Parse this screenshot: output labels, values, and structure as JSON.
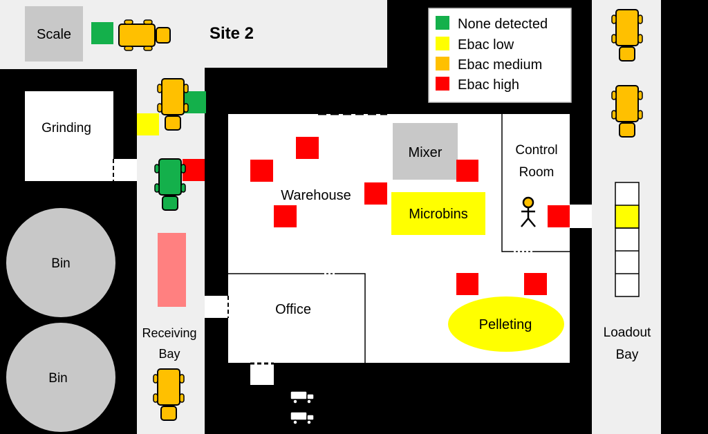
{
  "site_title": "Site 2",
  "legend": [
    {
      "label": "None detected",
      "color": "#14b04b"
    },
    {
      "label": "Ebac low",
      "color": "#ffff00"
    },
    {
      "label": "Ebac medium",
      "color": "#ffc000"
    },
    {
      "label": "Ebac high",
      "color": "#ff0000"
    }
  ],
  "areas": {
    "scale": "Scale",
    "grinding": "Grinding",
    "bin_upper": "Bin",
    "bin_lower": "Bin",
    "warehouse": "Warehouse",
    "mixer": "Mixer",
    "microbins": "Microbins",
    "control_room_line1": "Control",
    "control_room_line2": "Room",
    "office": "Office",
    "pelleting": "Pelleting",
    "receiving_line1": "Receiving",
    "receiving_line2": "Bay",
    "loadout_line1": "Loadout",
    "loadout_line2": "Bay"
  },
  "colors": {
    "wall": "#000000",
    "ground": "#efefef",
    "floor": "#ffffff",
    "equipment_gray": "#c8c8c8",
    "truck_orange": "#ffc000",
    "truck_green": "#14b04b",
    "low_yellow": "#ffff00",
    "high_red": "#ff0000",
    "faded_red": "#ff8080"
  }
}
